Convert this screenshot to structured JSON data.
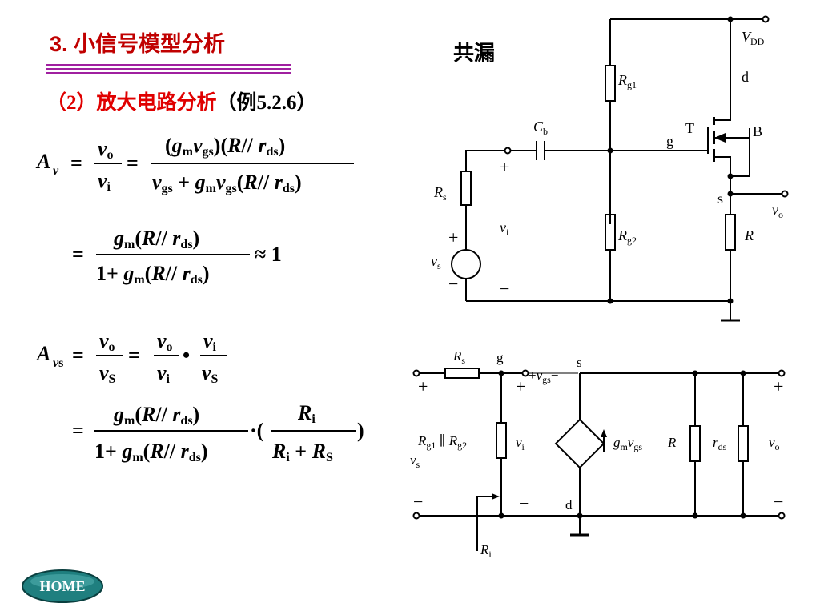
{
  "section_title": "3. 小信号模型分析",
  "subtitle": {
    "prefix": "（2）放大电路分析",
    "example": "（例5.2.6）"
  },
  "circuit_label": "共漏",
  "formulas": {
    "av_lhs": "A",
    "av_lhs_sub": "v",
    "av_frac_num": "v",
    "av_frac_num_sub": "o",
    "av_frac_den": "v",
    "av_frac_den_sub": "i",
    "av_num": "(gmvgs)(R// rds)",
    "av_den": "vgs + gmvgs(R// rds)",
    "av_simplified_num": "gm(R// rds)",
    "av_simplified_den": "1+ gm(R// rds)",
    "approx": "≈ 1",
    "avs_lhs": "A",
    "avs_lhs_sub": "vs",
    "avs_chain": "vo/vS = vo/vi • vi/vS",
    "avs_num": "gm(R// rds)",
    "avs_den": "1+ gm(R// rds)",
    "avs_ratio_num": "Ri",
    "avs_ratio_den": "Ri + RS"
  },
  "circuit_top": {
    "VDD": "V",
    "VDD_sub": "DD",
    "Rg1": "R",
    "Rg1_sub": "g1",
    "Rg2": "R",
    "Rg2_sub": "g2",
    "Cb": "C",
    "Cb_sub": "b",
    "Rs": "R",
    "Rs_sub": "s",
    "vi": "v",
    "vi_sub": "i",
    "vs": "v",
    "vs_sub": "s",
    "vo": "v",
    "vo_sub": "o",
    "R": "R",
    "d": "d",
    "s": "s",
    "g": "g",
    "T": "T",
    "B": "B",
    "plus": "+",
    "minus": "−"
  },
  "circuit_bottom": {
    "Rs": "R",
    "Rs_sub": "s",
    "g": "g",
    "s": "s",
    "d": "d",
    "vgs": "v",
    "vgs_sub": "gs",
    "Rg": "R",
    "Rg1_sub": "g1",
    "parallel": " ∥ ",
    "Rg2_sub": "g2",
    "vi": "v",
    "vi_sub": "i",
    "gm": "g",
    "gm_sub": "m",
    "R": "R",
    "rds": "r",
    "rds_sub": "ds",
    "vo": "v",
    "vo_sub": "o",
    "vs": "v",
    "vs_sub": "s",
    "Ri": "R",
    "Ri_sub": "i",
    "plus": "+",
    "minus": "−"
  },
  "home_label": "HOME",
  "colors": {
    "title": "#c00000",
    "subtitle": "#e00000",
    "rule": "#a020a0",
    "home_bg": "#1f7f7f"
  }
}
